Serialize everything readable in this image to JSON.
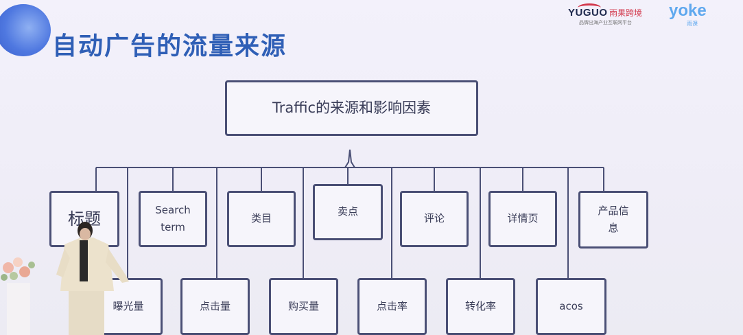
{
  "slide": {
    "title": "自动广告的流量来源"
  },
  "logos": {
    "yuguo": {
      "word": "YUGUO",
      "cn": "雨果跨境",
      "sub": "品牌出海产业互联网平台"
    },
    "yoke": {
      "word": "yoke",
      "sub": "雨课"
    }
  },
  "diagram": {
    "root": "Traffic的来源和影响因素",
    "top_row": [
      "标题",
      "Search term",
      "类目",
      "卖点",
      "评论",
      "详情页",
      "产品信息"
    ],
    "bottom_row": [
      "曝光量",
      "点击量",
      "购买量",
      "点击率",
      "转化率",
      "acos"
    ]
  },
  "colors": {
    "title": "#2f5fb6",
    "box_border": "#4a4f75",
    "box_text": "#3a3d58"
  }
}
